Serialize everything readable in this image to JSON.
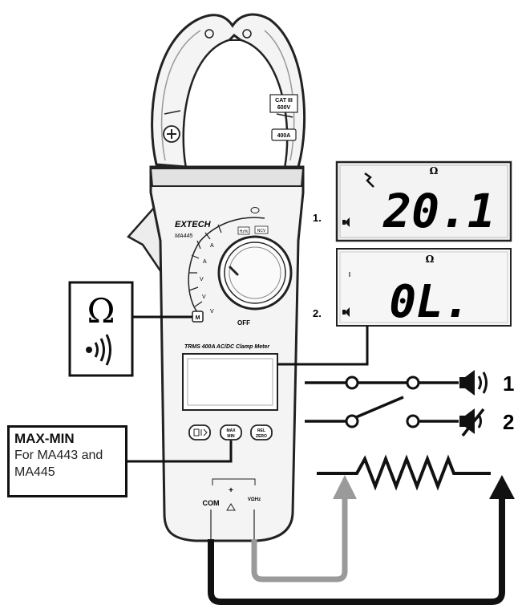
{
  "meter": {
    "brand": "EXTECH",
    "model": "MA445",
    "description": "TRMS 400A AC/DC Clamp Meter",
    "cat_rating_line1": "CAT III",
    "cat_rating_line2": "600V",
    "current_rating": "400A",
    "dial_off": "OFF",
    "dial_labels": [
      "Hz%",
      "NCV",
      "A",
      "A",
      "V",
      "V",
      "V"
    ],
    "buttons": {
      "hold": "HOLD",
      "max_min_line1": "MAX",
      "max_min_line2": "MIN",
      "rel_line1": "REL",
      "rel_line2": "ZERO"
    },
    "com_label": "COM",
    "input_label": "VΩHz"
  },
  "mode_panel": {
    "ohm_symbol": "Ω",
    "sound_symbol": "•)))"
  },
  "displays": [
    {
      "index_label": "1.",
      "reading": "20.1",
      "unit": "Ω"
    },
    {
      "index_label": "2.",
      "reading": "0L.",
      "unit": "Ω"
    }
  ],
  "circuit": {
    "closed_label": "1",
    "open_label": "2"
  },
  "callout": {
    "title": "MAX-MIN",
    "line1": "For MA443 and",
    "line2": "MA445"
  },
  "colors": {
    "lead_black": "#111111",
    "lead_gray": "#9a9a9a",
    "meter_body": "#f4f4f4",
    "outline": "#222222",
    "lcd_bg": "#f3f3f3"
  }
}
